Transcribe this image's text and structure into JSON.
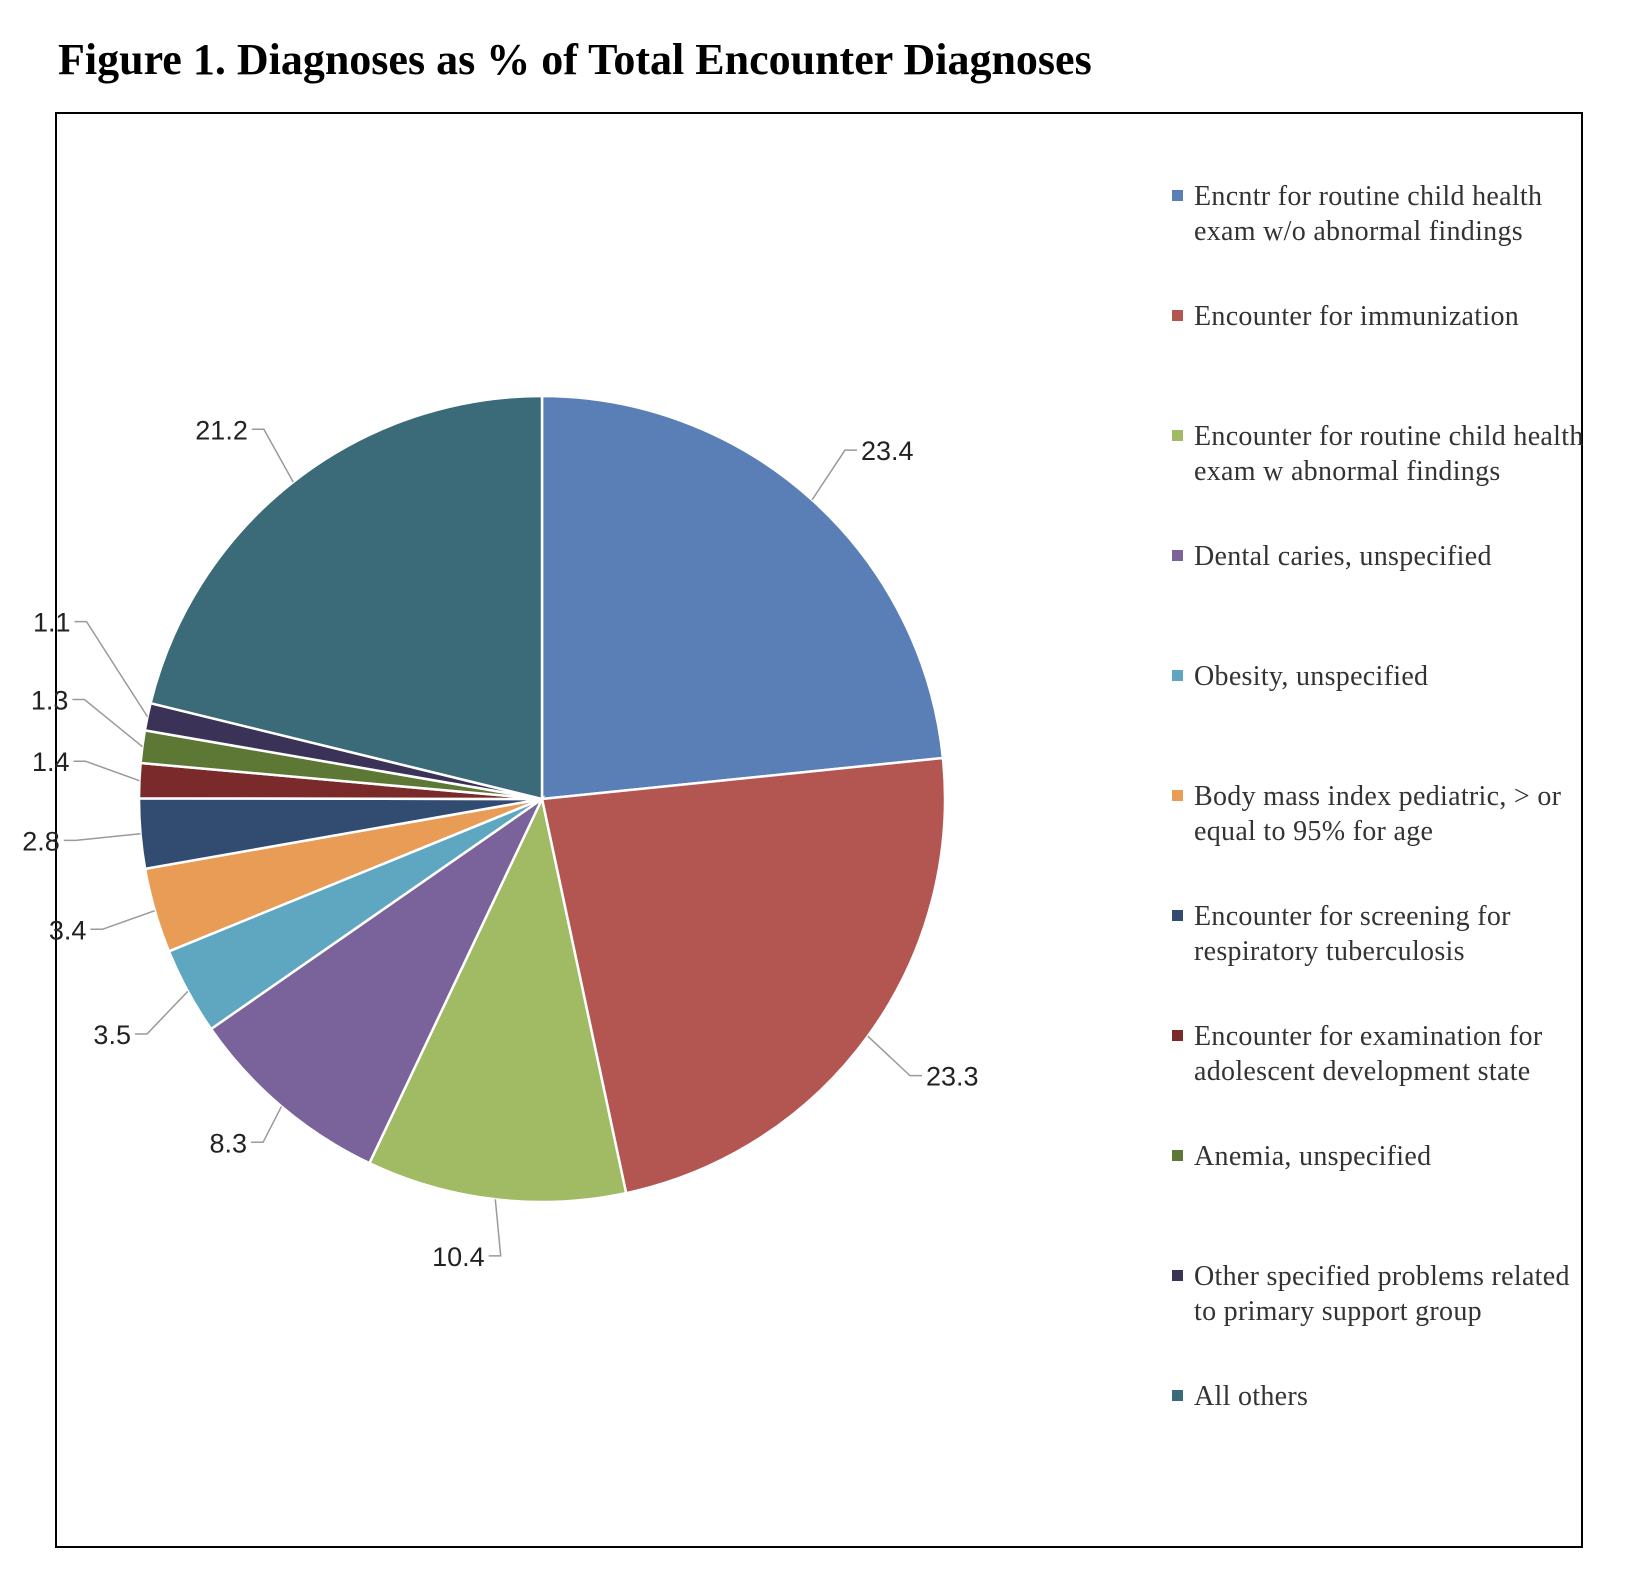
{
  "figure_title": "Figure 1. Diagnoses as % of Total Encounter Diagnoses",
  "chart_data": {
    "type": "pie",
    "title": "Figure 1. Diagnoses as % of Total Encounter Diagnoses",
    "start_angle_deg": 0,
    "direction": "clockwise",
    "legend_position": "right",
    "slices": [
      {
        "label": "Encntr for routine child health exam w/o abnormal findings",
        "value": 23.4,
        "value_label": "23.4",
        "color": "#5a7fb6"
      },
      {
        "label": "Encounter for immunization",
        "value": 23.3,
        "value_label": "23.3",
        "color": "#b35652"
      },
      {
        "label": "Encounter for routine child health exam w abnormal findings",
        "value": 10.4,
        "value_label": "10.4",
        "color": "#a1ba64"
      },
      {
        "label": "Dental caries, unspecified",
        "value": 8.3,
        "value_label": "8.3",
        "color": "#7a629b"
      },
      {
        "label": "Obesity, unspecified",
        "value": 3.5,
        "value_label": "3.5",
        "color": "#5fa7c0"
      },
      {
        "label": "Body mass index pediatric, > or equal to 95% for age",
        "value": 3.4,
        "value_label": "3.4",
        "color": "#e89c56"
      },
      {
        "label": "Encounter for screening for respiratory tuberculosis",
        "value": 2.8,
        "value_label": "2.8",
        "color": "#324b70"
      },
      {
        "label": "Encounter for examination for adolescent development state",
        "value": 1.4,
        "value_label": "1.4",
        "color": "#7a2a2a"
      },
      {
        "label": "Anemia, unspecified",
        "value": 1.3,
        "value_label": "1.3",
        "color": "#5c7834"
      },
      {
        "label": "Other specified problems related to primary support group",
        "value": 1.1,
        "value_label": "1.1",
        "color": "#3b3258"
      },
      {
        "label": "All others",
        "value": 21.2,
        "value_label": "21.2",
        "color": "#3b6b78"
      }
    ]
  }
}
